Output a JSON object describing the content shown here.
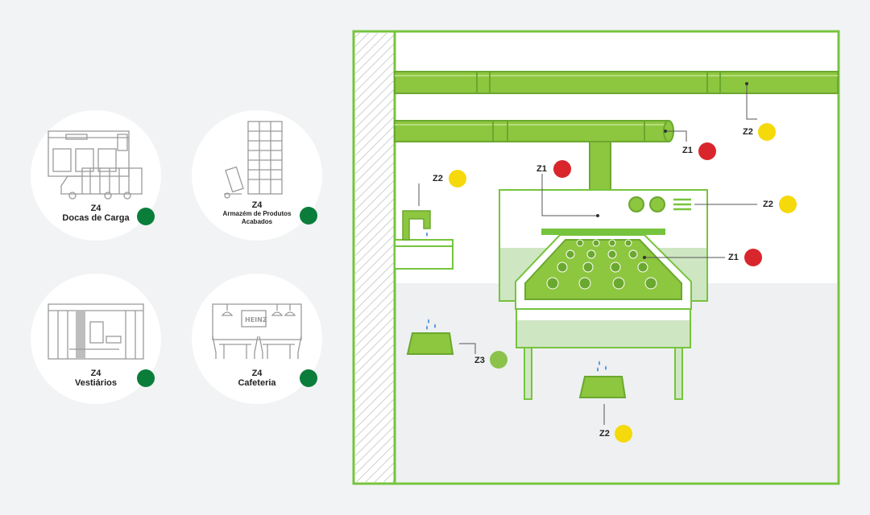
{
  "colors": {
    "accent_green": "#76c43e",
    "dark_green": "#0a7d3b",
    "light_green": "#8bc34a",
    "red": "#d9262d",
    "yellow": "#f5d90a",
    "water": "#4a90e2"
  },
  "zones_panel": [
    {
      "zone": "Z4",
      "name": "Docas de Carga",
      "status_color": "dark-green",
      "icon": "loading-dock-icon"
    },
    {
      "zone": "Z4",
      "name": "Armazém de Produtos Acabados",
      "status_color": "dark-green",
      "icon": "warehouse-pallets-icon"
    },
    {
      "zone": "Z4",
      "name": "Vestiários",
      "status_color": "dark-green",
      "icon": "locker-room-icon"
    },
    {
      "zone": "Z4",
      "name": "Cafeteria",
      "status_color": "dark-green",
      "icon": "cafeteria-icon"
    }
  ],
  "plant_labels": {
    "pipe_top": {
      "zone": "Z2",
      "status": "yellow"
    },
    "pipe_outlet": {
      "zone": "Z1",
      "status": "red"
    },
    "nozzle": {
      "zone": "Z1",
      "status": "red"
    },
    "sink": {
      "zone": "Z2",
      "status": "yellow"
    },
    "machine_panel": {
      "zone": "Z2",
      "status": "yellow"
    },
    "conveyor_product": {
      "zone": "Z1",
      "status": "red"
    },
    "drip_tray_left": {
      "zone": "Z3",
      "status": "light-green"
    },
    "drip_tray_bottom": {
      "zone": "Z2",
      "status": "yellow"
    }
  }
}
